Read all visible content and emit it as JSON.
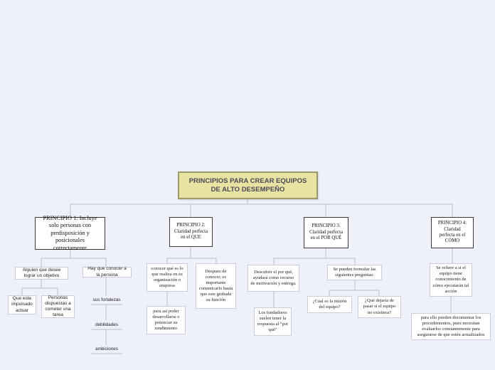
{
  "root": {
    "title": "PRINCIPIOS PARA CREAR EQUIPOS DE ALTO DESEMPEÑO"
  },
  "principles": [
    {
      "title": "PRINCIPIO 1: Incluye solo personas con predisposición y posicionales correctamente",
      "children": [
        {
          "text": "Alguien que desee lograr un objetivo",
          "children": [
            "Que este impulsado actuar",
            "Personas dispuestas a cometer una tarea"
          ]
        },
        {
          "text": "Hay que conocer a la persona",
          "children": [
            "sus fortalezas",
            "debilidades",
            "ambiciones"
          ]
        }
      ]
    },
    {
      "title": "PRINCIPIO 2: Claridad perfecta en el QUE",
      "children": [
        {
          "text": "conocer qué es lo que realiza en su organización o empresa",
          "children": [
            "para así poder desarrollarse o potenciar su rendimiento"
          ]
        },
        {
          "text": "Despues de conocer, es importante comunicarlo hasta que este grabada su función",
          "children": []
        }
      ]
    },
    {
      "title": "PRINCIPIO 3: Claridad perfecta en el POR QUÉ",
      "children": [
        {
          "text": "Descubrir el por qué, ayudará como recurso de motivación y entrega.",
          "children": [
            "Los fundadores suelen tener la respuesta al \"por qué\""
          ]
        },
        {
          "text": "Se pueden formular las siguientes preguntas:",
          "children": [
            "¿Cual es la misión del equipo?",
            "¿Qué dejaría de pasar si el equipo no existiera?"
          ]
        }
      ]
    },
    {
      "title": "PRINCIPIO 4: Claridad perfecta en el CÓMO",
      "children": [
        {
          "text": "Se refiere a si el equipo tiene conocimiento de cómo ejecutarán tal acción",
          "children": [
            "para ello pueden documentar los procedimientos, pues necesitan evaluarlos constantemente para asegurarse de que estén actualizados"
          ]
        }
      ]
    }
  ]
}
